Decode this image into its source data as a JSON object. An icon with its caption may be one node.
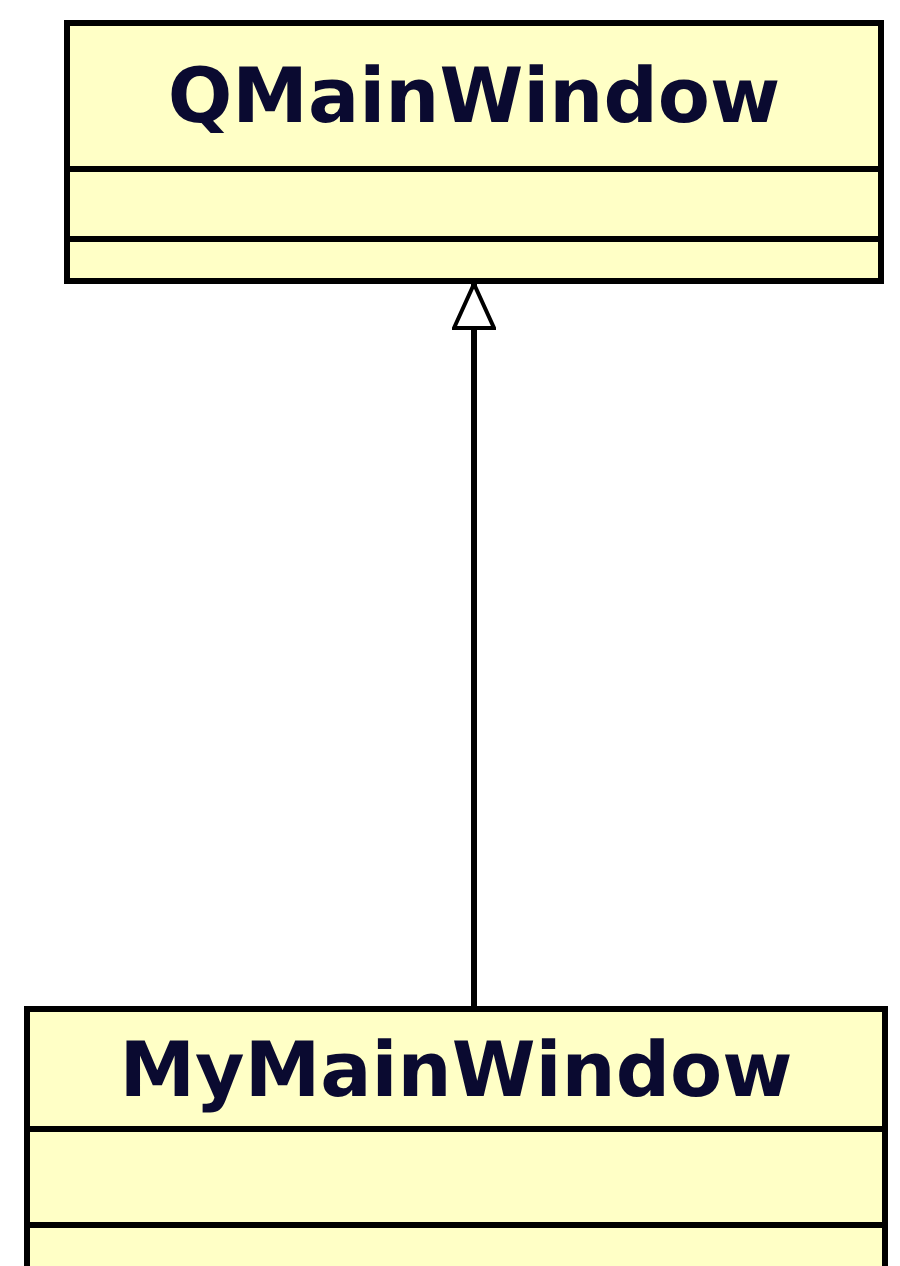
{
  "diagram": {
    "nodes": [
      {
        "text": [
          "QMainWindow"
        ]
      },
      {
        "text": [
          "MyMainWindow"
        ]
      }
    ],
    "edges": [
      {
        "from": 1,
        "to": 0,
        "arrow": "to"
      }
    ]
  }
}
